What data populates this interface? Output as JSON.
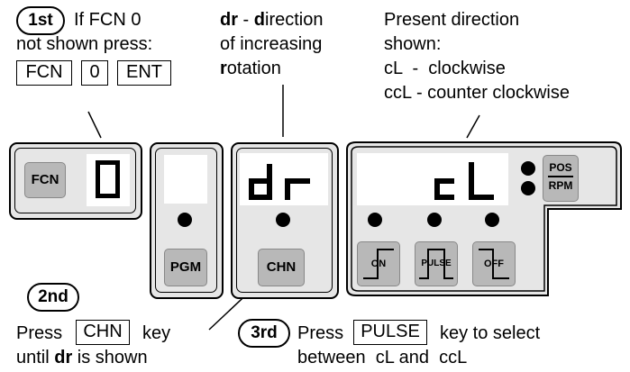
{
  "step1": {
    "badge": "1st",
    "line1": "If FCN 0",
    "line2": "not shown press:",
    "keys": [
      "FCN",
      "0",
      "ENT"
    ]
  },
  "dr_note": {
    "b1": "dr",
    "t1": " - ",
    "b2": "d",
    "t2": "irection",
    "line2": "of increasing",
    "b3": "r",
    "t3": "otation"
  },
  "present_note": {
    "line1": "Present direction",
    "line2": "shown:",
    "line3": "cL  -  clockwise",
    "line4": "ccL - counter clockwise"
  },
  "panel_fcn": {
    "button": "FCN",
    "digit": "0"
  },
  "panel_pgm": {
    "button": "PGM"
  },
  "panel_chn": {
    "display": "dr",
    "button": "CHN"
  },
  "panel_main": {
    "display": "cL",
    "pos_label": "POS",
    "rpm_label": "RPM",
    "buttons": [
      "ON",
      "PULSE",
      "OFF"
    ]
  },
  "step2": {
    "badge": "2nd",
    "press": "Press",
    "key": "CHN",
    "key_word": "key",
    "until": "until ",
    "until_bold": "dr",
    "until_rest": " is shown"
  },
  "step3": {
    "badge": "3rd",
    "press": "Press",
    "key": "PULSE",
    "rest": "key to select",
    "line2": "between  cL and  ccL"
  }
}
